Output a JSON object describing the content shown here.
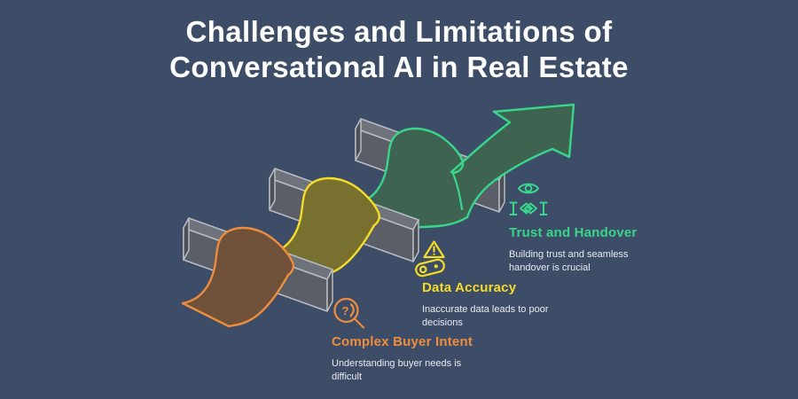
{
  "title": {
    "line1": "Challenges and Limitations of",
    "line2": "Conversational AI in Real Estate"
  },
  "items": [
    {
      "id": "complex-buyer-intent",
      "label": "Complex Buyer Intent",
      "description": "Understanding buyer needs is difficult",
      "icon": "magnifier-head-question-icon",
      "accent": "#ee8d3e"
    },
    {
      "id": "data-accuracy",
      "label": "Data Accuracy",
      "description": "Inaccurate data leads to poor decisions",
      "icon": "warning-data-icon",
      "accent": "#f6dc26"
    },
    {
      "id": "trust-and-handover",
      "label": "Trust and Handover",
      "description": "Building trust and seamless handover is crucial",
      "icon": "eye-handshake-icon",
      "accent": "#38d68b"
    }
  ],
  "colors": {
    "background": "#3e4d67",
    "title": "#ffffff",
    "description": "#e8ebf0",
    "orange": "#ee8d3e",
    "orange_fill": "#6e5138",
    "yellow": "#f6dc26",
    "yellow_fill": "#77702f",
    "green": "#38d68b",
    "green_fill": "#3e6351",
    "bar_outline": "#b8bcc3",
    "bar_top": "#6e727a",
    "bar_front": "#5a5e66",
    "bar_side": "#4b5056"
  }
}
